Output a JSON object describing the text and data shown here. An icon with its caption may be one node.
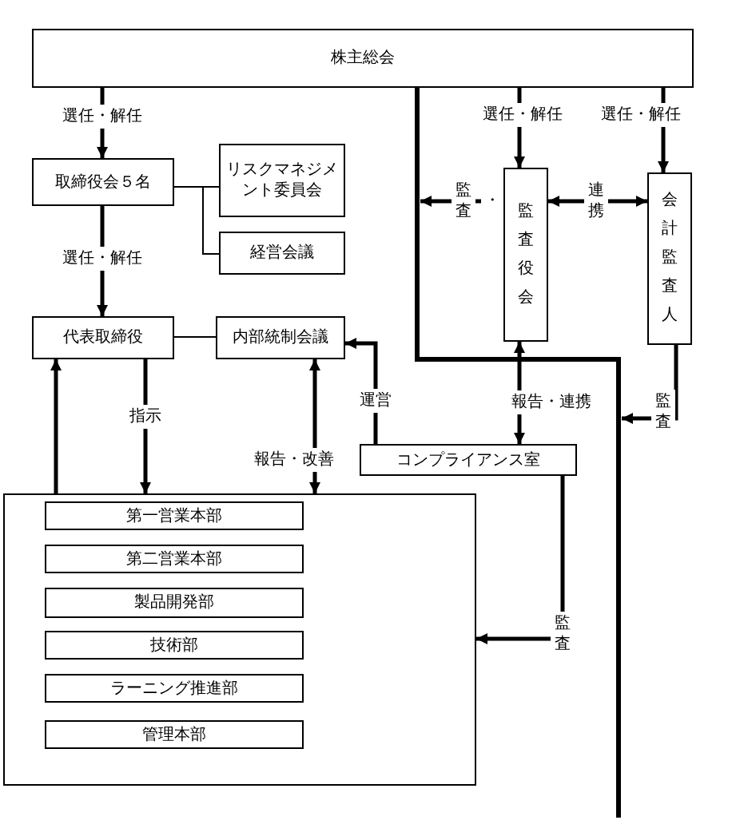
{
  "diagram": {
    "nodes": [
      {
        "text": [
          "株主総会"
        ]
      },
      {
        "text": [
          "取締役会５名"
        ]
      },
      {
        "text": [
          "リスクマネジメント委員会"
        ]
      },
      {
        "text": [
          "経営会議"
        ]
      },
      {
        "text": [
          "監査役会"
        ]
      },
      {
        "text": [
          "会計監査人"
        ]
      },
      {
        "text": [
          "代表取締役"
        ]
      },
      {
        "text": [
          "内部統制会議"
        ]
      },
      {
        "text": [
          "コンプライアンス室"
        ]
      },
      {
        "text": [],
        "shape": "box"
      },
      {
        "text": [
          "第一営業本部"
        ],
        "in": 9
      },
      {
        "text": [
          "第二営業本部"
        ],
        "in": 9
      },
      {
        "text": [
          "製品開発部"
        ],
        "in": 9
      },
      {
        "text": [
          "技術部"
        ],
        "in": 9
      },
      {
        "text": [
          "ラーニング推進部"
        ],
        "in": 9
      },
      {
        "text": [
          "管理本部"
        ],
        "in": 9
      }
    ],
    "edges": [
      {
        "from": 0,
        "to": 1,
        "arrow": "to",
        "label": "選任・解任"
      },
      {
        "from": 1,
        "to": 2,
        "arrow": "none"
      },
      {
        "from": 1,
        "to": 3,
        "arrow": "none"
      },
      {
        "from": 0,
        "to": 4,
        "arrow": "to",
        "label": "選任・解任"
      },
      {
        "from": 0,
        "to": 5,
        "arrow": "to",
        "label": "選任・解任"
      },
      {
        "from": 4,
        "to": null,
        "arrow": "to",
        "label": "監査"
      },
      {
        "from": 4,
        "to": 5,
        "arrow": "both",
        "label": "連携"
      },
      {
        "from": 1,
        "to": 6,
        "arrow": "to",
        "label": "選任・解任"
      },
      {
        "from": 6,
        "to": 7,
        "arrow": "none"
      },
      {
        "from": 5,
        "to": null,
        "arrow": "to",
        "label": "監査"
      },
      {
        "from": 8,
        "to": 7,
        "arrow": "to",
        "label": "運営"
      },
      {
        "from": 4,
        "to": 8,
        "arrow": "both",
        "label": "報告・連携"
      },
      {
        "from": 6,
        "to": 9,
        "arrow": "to",
        "label": "指示"
      },
      {
        "from": 9,
        "to": 6,
        "arrow": "to"
      },
      {
        "from": 7,
        "to": 9,
        "arrow": "both",
        "label": "報告・改善"
      },
      {
        "from": 8,
        "to": 9,
        "arrow": "to",
        "label": "監査"
      }
    ],
    "labels": [
      "・"
    ]
  }
}
